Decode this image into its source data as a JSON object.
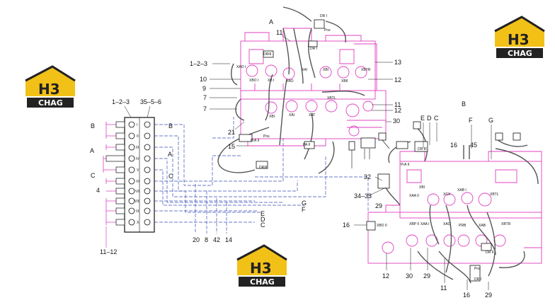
{
  "logos": [
    {
      "letters": "H3",
      "word": "CHAG"
    },
    {
      "letters": "H3",
      "word": "CHAG"
    },
    {
      "letters": "H3",
      "word": "CHAG"
    }
  ],
  "left_block": {
    "top_labels": [
      "1–2–3",
      "35–5–6"
    ],
    "side_left": [
      "B",
      "A",
      "C",
      "4"
    ],
    "side_right": [
      "B",
      "A",
      "C"
    ],
    "romans": [
      "I",
      "II",
      "III",
      "IV",
      "V",
      "VI",
      "VII",
      "VIII",
      "IX",
      "X"
    ],
    "bottom": "11–12"
  },
  "bottom_callouts": [
    "20",
    "8",
    "42",
    "14"
  ],
  "bus_letters": [
    "G",
    "F",
    "E",
    "D",
    "C"
  ],
  "top_valve": {
    "letter": "A",
    "callouts_left": [
      "11",
      "1–2–3",
      "10",
      "9",
      "7",
      "7",
      "21",
      "15"
    ],
    "callouts_right": [
      "13",
      "12",
      "11",
      "12",
      "30"
    ],
    "ports": [
      "DR I",
      "DRIII",
      "XAO I",
      "XBO I",
      "XB I",
      "XBO",
      "XAI",
      "XBI",
      "XBII",
      "XBTR",
      "XBI",
      "XAI",
      "XAT",
      "XBTL",
      "PrA II",
      "PA II",
      "DRIII",
      "Pns",
      "DR I",
      "Pns"
    ]
  },
  "bottom_valve": {
    "letter": "B",
    "top_letters": [
      "E",
      "D",
      "C",
      "F",
      "G"
    ],
    "callouts": [
      "16",
      "45",
      "32",
      "34–33",
      "29",
      "16",
      "12",
      "30",
      "29",
      "11",
      "16",
      "29"
    ],
    "ports": [
      "DR III",
      "PrA II",
      "XBI",
      "XAA II",
      "XCX",
      "XAB I",
      "XBTL",
      "XBO II",
      "XBP II",
      "XAA I",
      "XAO",
      "PRB",
      "XAB",
      "XBTR",
      "DR II",
      "Pns",
      "DR I"
    ]
  }
}
